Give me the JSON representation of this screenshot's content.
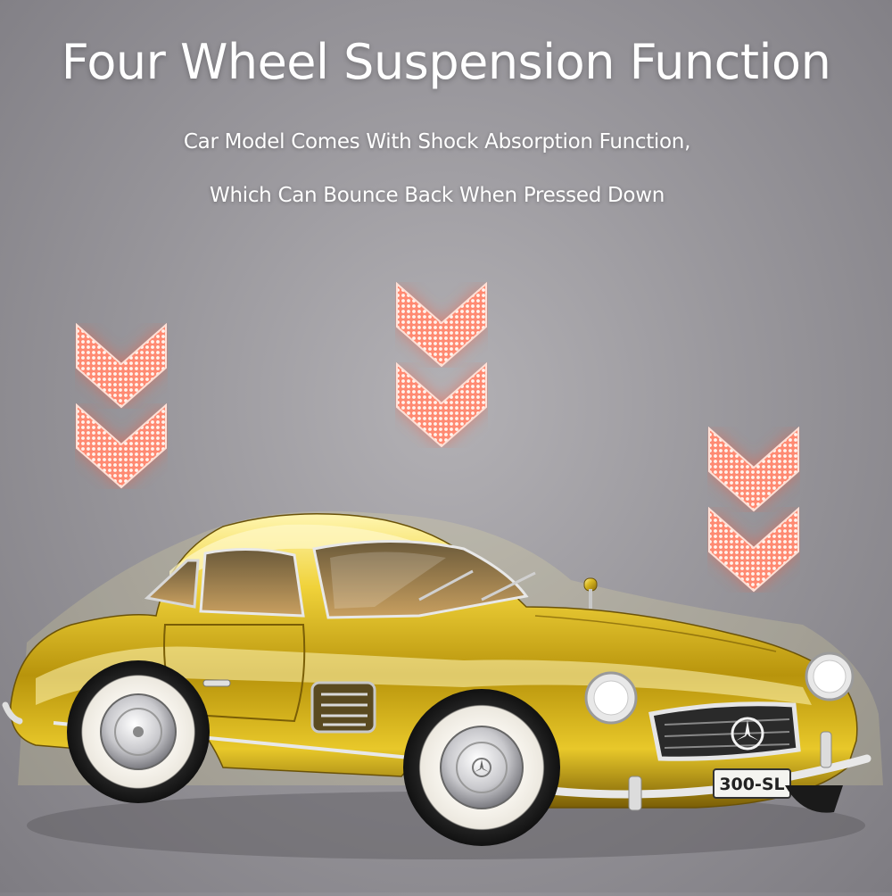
{
  "headline": "Four Wheel Suspension Function",
  "subtitle_line1": "Car Model Comes With Shock Absorption Function,",
  "subtitle_line2": "Which Can Bounce Back When Pressed Down",
  "plate": "300-SL",
  "colors": {
    "background": "#9a989d",
    "arrow_glow": "#ff6a50",
    "arrow_dots": "#fff2ec",
    "car_gold": "#d4b21a",
    "tyre_white": "#f4f0e8"
  },
  "icons": [
    "down-chevron-arrow-icon",
    "mercedes-star-icon"
  ]
}
